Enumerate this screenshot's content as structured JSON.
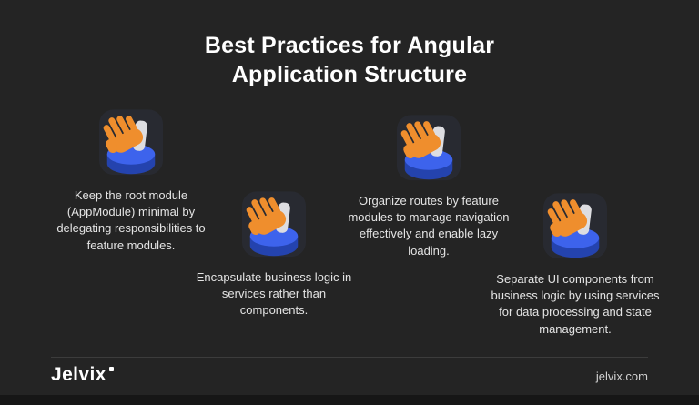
{
  "title": "Best Practices for Angular Application Structure",
  "items": [
    {
      "text": "Keep the root module (AppModule) minimal by delegating responsibilities to feature modules."
    },
    {
      "text": "Encapsulate business logic in services rather than components."
    },
    {
      "text": "Organize routes by feature modules to manage navigation effectively and enable lazy loading."
    },
    {
      "text": "Separate UI components from business logic by using services for data processing and state management."
    }
  ],
  "footer": {
    "logo": "Jelvix",
    "website": "jelvix.com"
  },
  "colors": {
    "background": "#242424",
    "accent_blue_top": "#3d63ec",
    "accent_blue_side": "#2443ae",
    "accent_orange": "#ef8e2d",
    "card_white": "#dddde1",
    "text": "#e4e4e4"
  }
}
